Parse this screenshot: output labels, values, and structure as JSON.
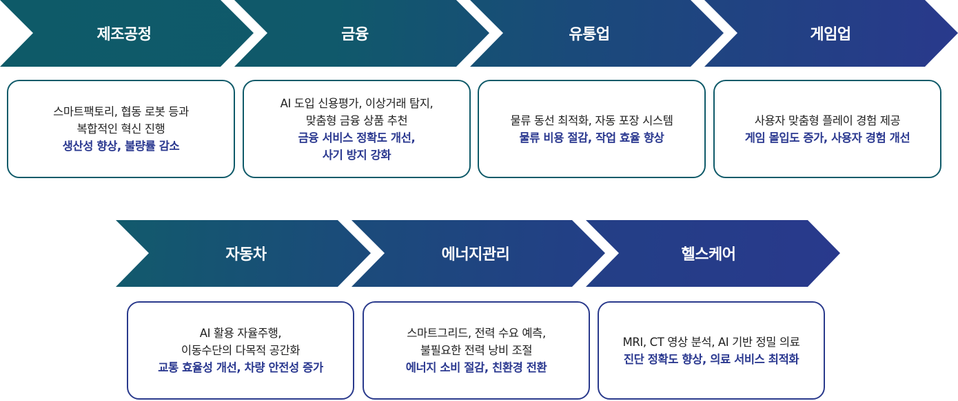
{
  "colors": {
    "gradient_start": "#0e5a68",
    "gradient_end": "#29398c",
    "top_box_border": "#0f5a69",
    "bottom_box_border": "#2a3a8c",
    "body_text": "#222222",
    "highlight_text": "#2b3990"
  },
  "top_row": [
    {
      "title": "제조공정",
      "lines": [
        "스마트팩토리, 협동 로봇 등과",
        "복합적인 혁신 진행"
      ],
      "highlights": [
        "생산성 향상, 불량률 감소"
      ]
    },
    {
      "title": "금융",
      "lines": [
        "AI 도입 신용평가, 이상거래 탐지,",
        "맞춤형 금융 상품 추천"
      ],
      "highlights": [
        "금융 서비스 정확도 개선,",
        "사기 방지 강화"
      ]
    },
    {
      "title": "유통업",
      "lines": [
        "물류 동선 최적화, 자동 포장 시스템"
      ],
      "highlights": [
        "물류 비용 절감, 작업 효율 향상"
      ]
    },
    {
      "title": "게임업",
      "lines": [
        "사용자 맞춤형 플레이 경험 제공"
      ],
      "highlights": [
        "게임 몰입도 증가, 사용자 경험 개선"
      ]
    }
  ],
  "bottom_row": [
    {
      "title": "자동차",
      "lines": [
        "AI 활용 자율주행,",
        "이동수단의 다목적 공간화"
      ],
      "highlights": [
        "교통 효율성 개선, 차량 안전성 증가"
      ]
    },
    {
      "title": "에너지관리",
      "lines": [
        "스마트그리드, 전력 수요 예측,",
        "불필요한 전력 낭비 조절"
      ],
      "highlights": [
        "에너지 소비 절감, 친환경 전환"
      ]
    },
    {
      "title": "헬스케어",
      "lines": [
        "MRI, CT 영상 분석, AI 기반 정밀 의료"
      ],
      "highlights": [
        "진단 정확도 향상, 의료 서비스 최적화"
      ]
    }
  ]
}
